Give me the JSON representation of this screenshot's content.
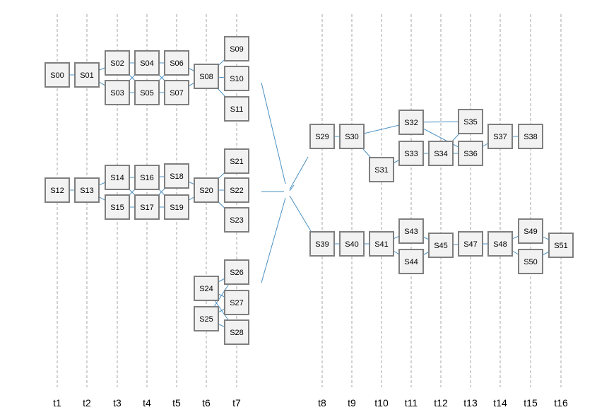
{
  "colors": {
    "edge": "#4a90c2",
    "node_fill": "#f2f2f2",
    "node_border": "#7f7f7f",
    "time_line": "#a6a6a6"
  },
  "time_labels": [
    "t1",
    "t2",
    "t3",
    "t4",
    "t5",
    "t6",
    "t7",
    "t8",
    "t9",
    "t10",
    "t11",
    "t12",
    "t13",
    "t14",
    "t15",
    "t16"
  ],
  "nodes": [
    {
      "id": "S00",
      "label": "S00"
    },
    {
      "id": "S01",
      "label": "S01"
    },
    {
      "id": "S02",
      "label": "S02"
    },
    {
      "id": "S03",
      "label": "S03"
    },
    {
      "id": "S04",
      "label": "S04"
    },
    {
      "id": "S05",
      "label": "S05"
    },
    {
      "id": "S06",
      "label": "S06"
    },
    {
      "id": "S07",
      "label": "S07"
    },
    {
      "id": "S08",
      "label": "S08"
    },
    {
      "id": "S09",
      "label": "S09"
    },
    {
      "id": "S10",
      "label": "S10"
    },
    {
      "id": "S11",
      "label": "S11"
    },
    {
      "id": "S12",
      "label": "S12"
    },
    {
      "id": "S13",
      "label": "S13"
    },
    {
      "id": "S14",
      "label": "S14"
    },
    {
      "id": "S15",
      "label": "S15"
    },
    {
      "id": "S16",
      "label": "S16"
    },
    {
      "id": "S17",
      "label": "S17"
    },
    {
      "id": "S18",
      "label": "S18"
    },
    {
      "id": "S19",
      "label": "S19"
    },
    {
      "id": "S20",
      "label": "S20"
    },
    {
      "id": "S21",
      "label": "S21"
    },
    {
      "id": "S22",
      "label": "S22"
    },
    {
      "id": "S23",
      "label": "S23"
    },
    {
      "id": "S24",
      "label": "S24"
    },
    {
      "id": "S25",
      "label": "S25"
    },
    {
      "id": "S26",
      "label": "S26"
    },
    {
      "id": "S27",
      "label": "S27"
    },
    {
      "id": "S28",
      "label": "S28"
    },
    {
      "id": "S29",
      "label": "S29"
    },
    {
      "id": "S30",
      "label": "S30"
    },
    {
      "id": "S31",
      "label": "S31"
    },
    {
      "id": "S32",
      "label": "S32"
    },
    {
      "id": "S33",
      "label": "S33"
    },
    {
      "id": "S34",
      "label": "S34"
    },
    {
      "id": "S35",
      "label": "S35"
    },
    {
      "id": "S36",
      "label": "S36"
    },
    {
      "id": "S37",
      "label": "S37"
    },
    {
      "id": "S38",
      "label": "S38"
    },
    {
      "id": "S39",
      "label": "S39"
    },
    {
      "id": "S40",
      "label": "S40"
    },
    {
      "id": "S41",
      "label": "S41"
    },
    {
      "id": "S43",
      "label": "S43"
    },
    {
      "id": "S44",
      "label": "S44"
    },
    {
      "id": "S45",
      "label": "S45"
    },
    {
      "id": "S47",
      "label": "S47"
    },
    {
      "id": "S48",
      "label": "S48"
    },
    {
      "id": "S49",
      "label": "S49"
    },
    {
      "id": "S50",
      "label": "S50"
    },
    {
      "id": "S51",
      "label": "S51"
    }
  ],
  "edges": [
    [
      "S00",
      "S01"
    ],
    [
      "S01",
      "S02"
    ],
    [
      "S01",
      "S03"
    ],
    [
      "S02",
      "S04"
    ],
    [
      "S03",
      "S05"
    ],
    [
      "S02",
      "S05"
    ],
    [
      "S03",
      "S04"
    ],
    [
      "S04",
      "S06"
    ],
    [
      "S05",
      "S07"
    ],
    [
      "S04",
      "S07"
    ],
    [
      "S05",
      "S06"
    ],
    [
      "S06",
      "S08"
    ],
    [
      "S07",
      "S08"
    ],
    [
      "S08",
      "S09"
    ],
    [
      "S08",
      "S10"
    ],
    [
      "S08",
      "S11"
    ],
    [
      "S12",
      "S13"
    ],
    [
      "S13",
      "S14"
    ],
    [
      "S13",
      "S15"
    ],
    [
      "S14",
      "S16"
    ],
    [
      "S15",
      "S17"
    ],
    [
      "S14",
      "S17"
    ],
    [
      "S15",
      "S16"
    ],
    [
      "S16",
      "S18"
    ],
    [
      "S17",
      "S19"
    ],
    [
      "S16",
      "S19"
    ],
    [
      "S17",
      "S18"
    ],
    [
      "S18",
      "S20"
    ],
    [
      "S19",
      "S20"
    ],
    [
      "S20",
      "S21"
    ],
    [
      "S20",
      "S22"
    ],
    [
      "S20",
      "S23"
    ],
    [
      "S24",
      "S26"
    ],
    [
      "S24",
      "S27"
    ],
    [
      "S24",
      "S28"
    ],
    [
      "S25",
      "S26"
    ],
    [
      "S25",
      "S27"
    ],
    [
      "S25",
      "S28"
    ],
    [
      "S29",
      "S30"
    ],
    [
      "S30",
      "S32"
    ],
    [
      "S30",
      "S31"
    ],
    [
      "S31",
      "S33"
    ],
    [
      "S32",
      "S35"
    ],
    [
      "S32",
      "S36"
    ],
    [
      "S33",
      "S34"
    ],
    [
      "S34",
      "S35"
    ],
    [
      "S34",
      "S36"
    ],
    [
      "S36",
      "S37"
    ],
    [
      "S37",
      "S38"
    ],
    [
      "S39",
      "S40"
    ],
    [
      "S40",
      "S41"
    ],
    [
      "S41",
      "S43"
    ],
    [
      "S41",
      "S44"
    ],
    [
      "S43",
      "S45"
    ],
    [
      "S44",
      "S45"
    ],
    [
      "S45",
      "S47"
    ],
    [
      "S47",
      "S48"
    ],
    [
      "S48",
      "S49"
    ],
    [
      "S48",
      "S50"
    ],
    [
      "S49",
      "S51"
    ],
    [
      "S50",
      "S51"
    ]
  ]
}
